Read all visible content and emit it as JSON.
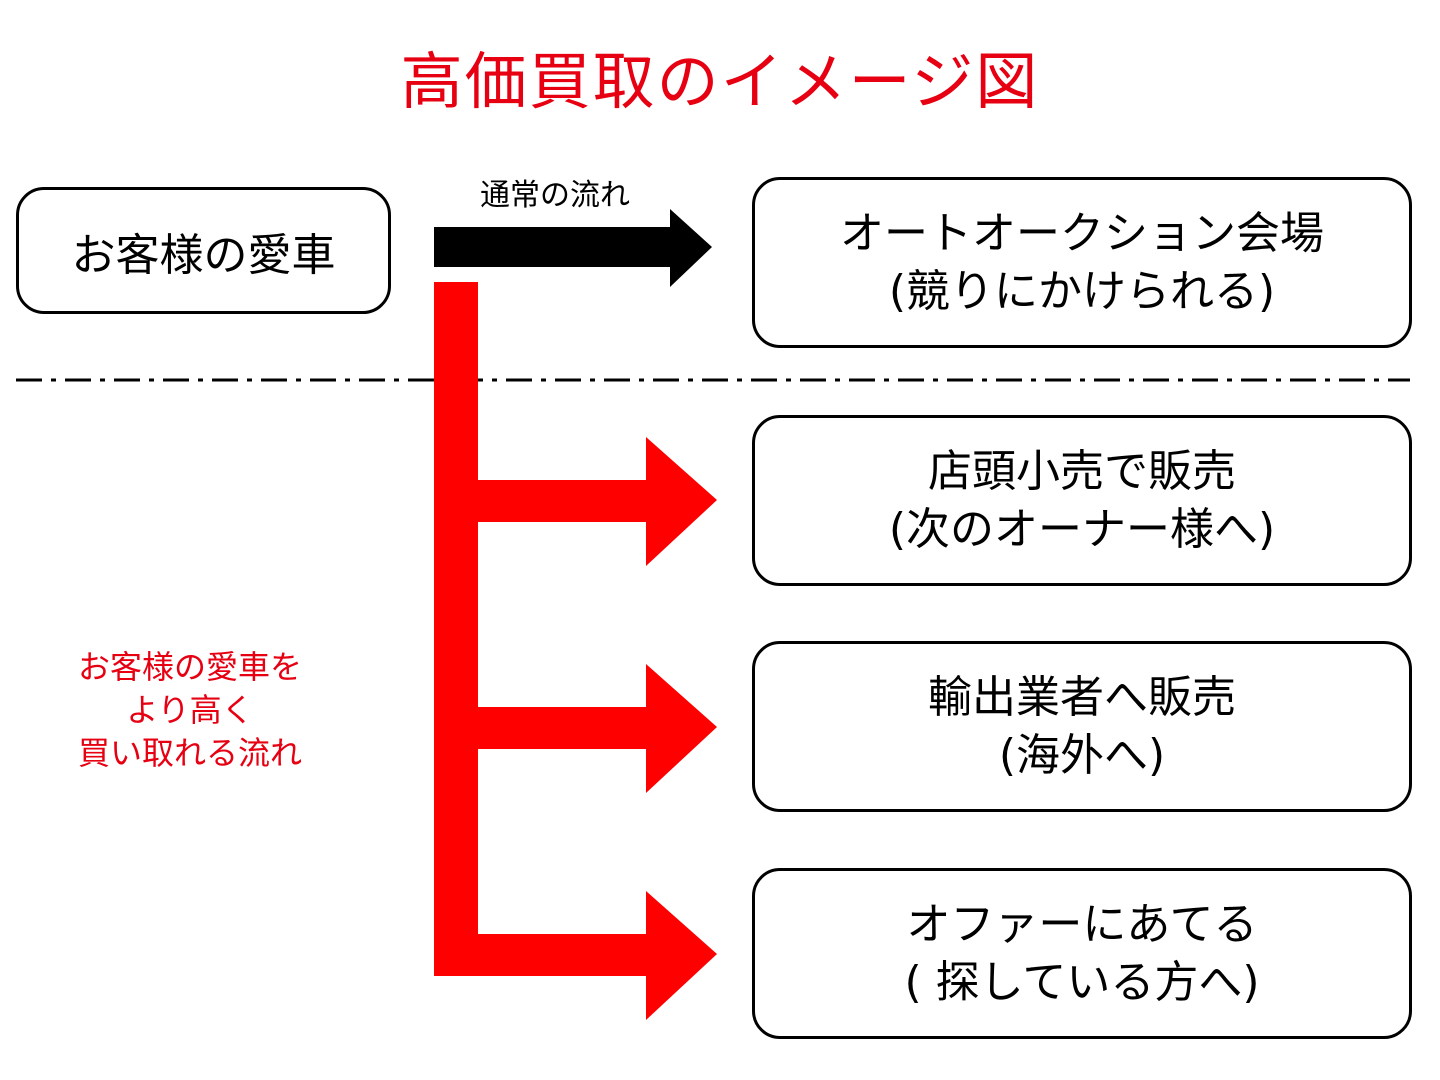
{
  "title": "高価買取のイメージ図",
  "source_box": {
    "label": "お客様の愛車"
  },
  "normal_flow_label": "通常の流れ",
  "side_label": [
    "お客様の愛車を",
    "より高く",
    "買い取れる流れ"
  ],
  "destinations": [
    {
      "line1": "オートオークション会場",
      "line2": "(競りにかけられる)"
    },
    {
      "line1": "店頭小売で販売",
      "line2": "(次のオーナー様へ)"
    },
    {
      "line1": "輸出業者へ販売",
      "line2": "(海外へ)"
    },
    {
      "line1": "オファーにあてる",
      "line2": "( 探している方へ)"
    }
  ],
  "colors": {
    "title": "#e60012",
    "high_price_flow": "#ff0000",
    "normal_flow": "#000000"
  }
}
